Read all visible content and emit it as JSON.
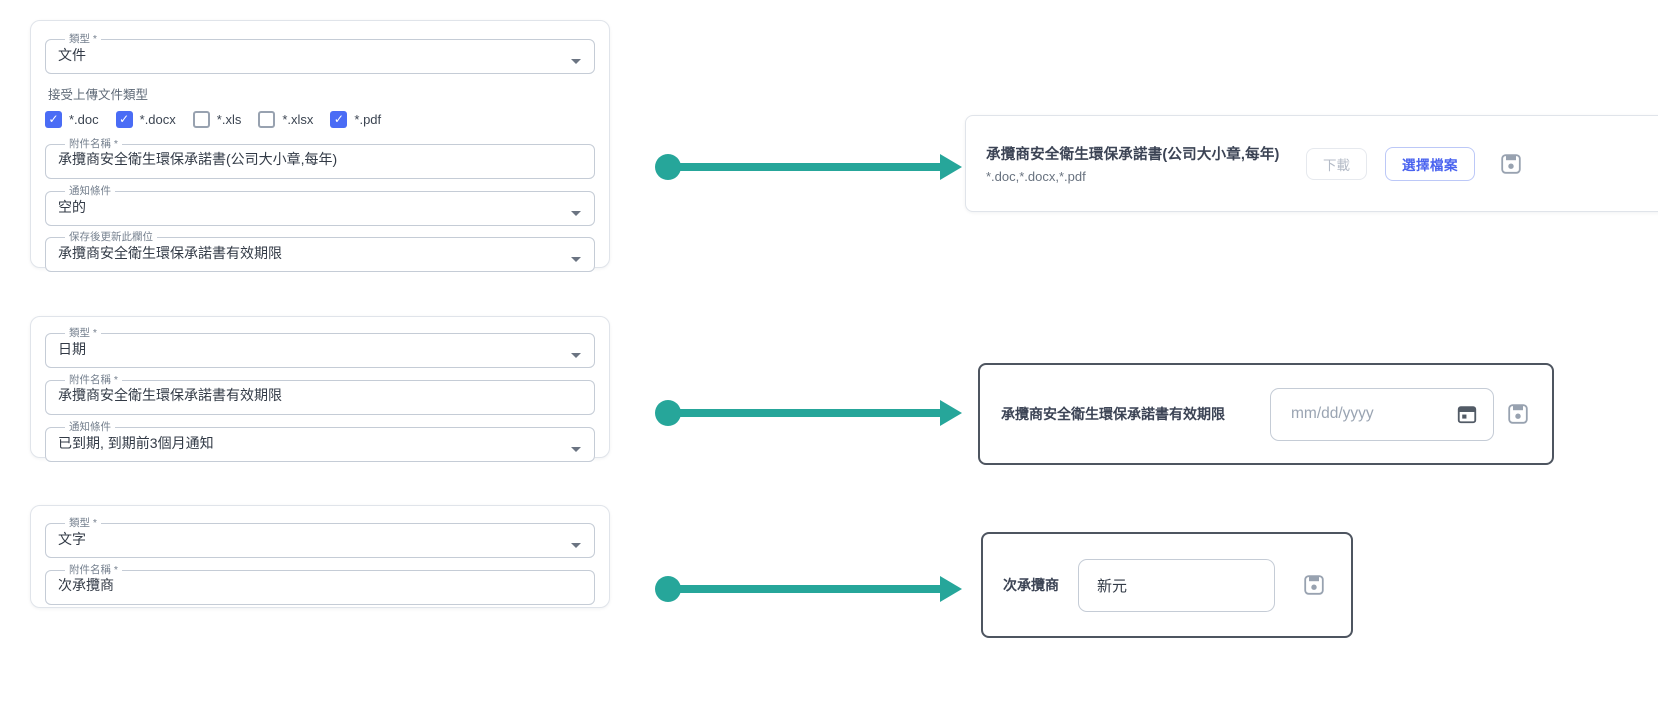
{
  "colors": {
    "arrow_teal": "#26a69a",
    "checkbox_blue": "#4a6cf5",
    "choose_button_blue": "#4a63ef",
    "preview_border_dark": "#4e5560"
  },
  "left_cards": {
    "card1": {
      "type_field": {
        "label": "類型 *",
        "value": "文件"
      },
      "upload_caption": "接受上傳文件類型",
      "checkboxes": [
        {
          "label": "*.doc",
          "checked": true
        },
        {
          "label": "*.docx",
          "checked": true
        },
        {
          "label": "*.xls",
          "checked": false
        },
        {
          "label": "*.xlsx",
          "checked": false
        },
        {
          "label": "*.pdf",
          "checked": true
        }
      ],
      "name_field": {
        "label": "附件名稱 *",
        "value": "承攬商安全衛生環保承諾書(公司大小章,每年)"
      },
      "notify_field": {
        "label": "通知條件",
        "value": "空的"
      },
      "update_field": {
        "label": "保存後更新此欄位",
        "value": "承攬商安全衛生環保承諾書有效期限"
      }
    },
    "card2": {
      "type_field": {
        "label": "類型 *",
        "value": "日期"
      },
      "name_field": {
        "label": "附件名稱 *",
        "value": "承攬商安全衛生環保承諾書有效期限"
      },
      "notify_field": {
        "label": "通知條件",
        "value": "已到期, 到期前3個月通知"
      }
    },
    "card3": {
      "type_field": {
        "label": "類型 *",
        "value": "文字"
      },
      "name_field": {
        "label": "附件名稱 *",
        "value": "次承攬商"
      }
    }
  },
  "right_cards": {
    "file_preview": {
      "title": "承攬商安全衛生環保承諾書(公司大小章,每年)",
      "subtitle": "*.doc,*.docx,*.pdf",
      "download_label": "下載",
      "choose_file_label": "選擇檔案"
    },
    "date_preview": {
      "label": "承攬商安全衛生環保承諾書有效期限",
      "placeholder": "mm/dd/yyyy"
    },
    "text_preview": {
      "label": "次承攬商",
      "value": "新元"
    }
  }
}
